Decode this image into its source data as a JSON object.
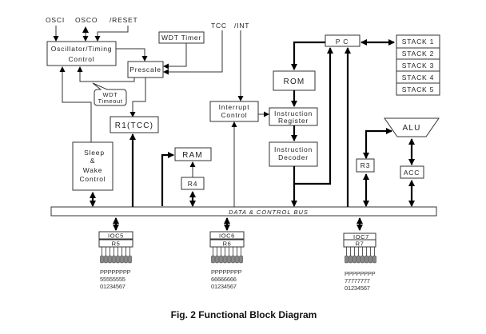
{
  "caption": "Fig. 2  Functional Block Diagram",
  "signals": {
    "osci": "OSCI",
    "osco": "OSCO",
    "reset": "/RESET",
    "tcc": "TCC",
    "int": "/INT"
  },
  "blocks": {
    "oscillator_line1": "Oscillator/Timing",
    "oscillator_line2": "Control",
    "wdt_timer": "WDT Timer",
    "prescale": "Prescale",
    "wdt_timeout_line1": "WDT",
    "wdt_timeout_line2": "Timeout",
    "r1_tcc": "R1(TCC)",
    "sleep_line1": "Sleep",
    "sleep_line2": "&",
    "sleep_line3": "Wake",
    "sleep_line4": "Control",
    "ram": "RAM",
    "r4": "R4",
    "interrupt_line1": "Interrupt",
    "interrupt_line2": "Control",
    "rom": "ROM",
    "ir_line1": "Instruction",
    "ir_line2": "Register",
    "id_line1": "Instruction",
    "id_line2": "Decoder",
    "pc": "P C",
    "alu": "ALU",
    "r3": "R3",
    "acc": "ACC",
    "bus": "DATA & CONTROL BUS"
  },
  "stack": [
    "STACK 1",
    "STACK 2",
    "STACK 3",
    "STACK 4",
    "STACK 5"
  ],
  "ports": [
    {
      "ioc": "IOC5",
      "reg": "R5",
      "pins": [
        "PPPPPPPP",
        "55555555",
        "01234567"
      ]
    },
    {
      "ioc": "IOC6",
      "reg": "R6",
      "pins": [
        "PPPPPPPP",
        "66666666",
        "01234567"
      ]
    },
    {
      "ioc": "IOC7",
      "reg": "R7",
      "pins": [
        "PPPPPPPP",
        "77777777",
        "01234567"
      ]
    }
  ]
}
